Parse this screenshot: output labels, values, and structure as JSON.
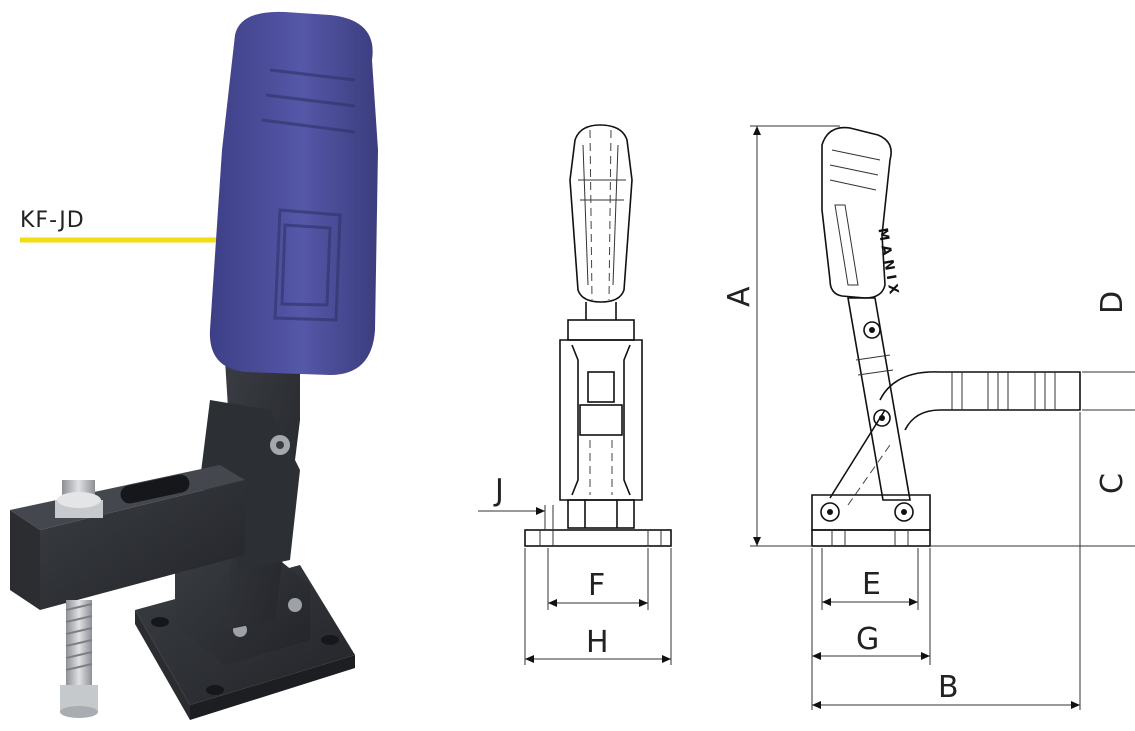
{
  "callout": {
    "label": "KF-JD",
    "line_color": "#f2dc12"
  },
  "product": {
    "handle_color": "#4a4c9a",
    "body_color": "#2f3237",
    "bolt_color": "#b9bcc0",
    "brand_text": "MANIX"
  },
  "dimensions": {
    "a": "A",
    "b": "B",
    "c": "C",
    "d": "D",
    "e": "E",
    "f": "F",
    "g": "G",
    "h": "H",
    "j": "J"
  }
}
